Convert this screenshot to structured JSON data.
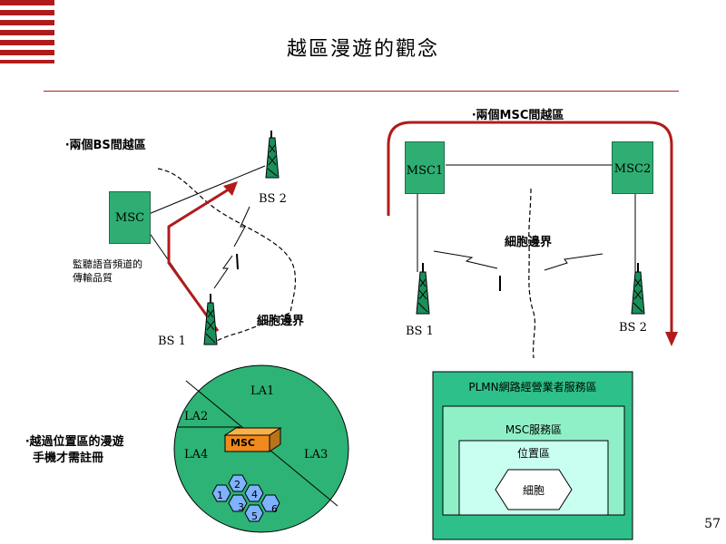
{
  "title": "越區漫遊的觀念",
  "left_diagram": {
    "bullet": "‧兩個BS間越區",
    "msc_label": "MSC",
    "monitor_text_line1": "監聽語音頻道的",
    "monitor_text_line2": "傳輸品質",
    "bs1": "BS 1",
    "bs2": "BS 2",
    "cell_boundary": "細胞邊界"
  },
  "right_diagram": {
    "bullet": "‧兩個MSC間越區",
    "msc1": "MSC1",
    "msc2": "MSC2",
    "cell_boundary": "細胞邊界",
    "bs1": "BS 1",
    "bs2": "BS 2"
  },
  "location_area": {
    "bullet_line1": "‧越過位置區的漫遊",
    "bullet_line2": "手機才需註冊",
    "la1": "LA1",
    "la2": "LA2",
    "la3": "LA3",
    "la4": "LA4",
    "msc": "MSC",
    "cells": [
      "1",
      "2",
      "3",
      "4",
      "5",
      "6"
    ]
  },
  "hierarchy": {
    "plmn": "PLMN網路經營業者服務區",
    "msc_area": "MSC服務區",
    "location_area": "位置區",
    "cell": "細胞"
  },
  "page_number": "57",
  "colors": {
    "accent_red": "#b01c1c",
    "msc_green": "#2fae73",
    "circle_green": "#2db375",
    "cell_blue": "#7fb2ff",
    "plmn_fill": "#2ec08a",
    "msc_area_fill": "#8ff0c8",
    "location_fill": "#c8fff0"
  }
}
